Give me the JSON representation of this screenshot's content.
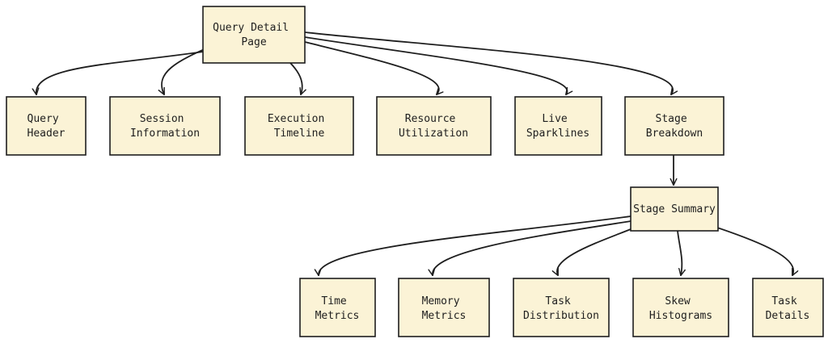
{
  "diagram": {
    "nodes": [
      {
        "id": "query_detail_page",
        "lines": [
          "Query Detail",
          "Page"
        ]
      },
      {
        "id": "query_header",
        "lines": [
          "Query",
          "Header"
        ]
      },
      {
        "id": "session_information",
        "lines": [
          "Session",
          "Information"
        ]
      },
      {
        "id": "execution_timeline",
        "lines": [
          "Execution",
          "Timeline"
        ]
      },
      {
        "id": "resource_utilization",
        "lines": [
          "Resource",
          "Utilization"
        ]
      },
      {
        "id": "live_sparklines",
        "lines": [
          "Live",
          "Sparklines"
        ]
      },
      {
        "id": "stage_breakdown",
        "lines": [
          "Stage",
          "Breakdown"
        ]
      },
      {
        "id": "stage_summary",
        "lines": [
          "Stage Summary"
        ]
      },
      {
        "id": "time_metrics",
        "lines": [
          "Time",
          "Metrics"
        ]
      },
      {
        "id": "memory_metrics",
        "lines": [
          "Memory",
          "Metrics"
        ]
      },
      {
        "id": "task_distribution",
        "lines": [
          "Task",
          "Distribution"
        ]
      },
      {
        "id": "skew_histograms",
        "lines": [
          "Skew",
          "Histograms"
        ]
      },
      {
        "id": "task_details",
        "lines": [
          "Task",
          "Details"
        ]
      }
    ],
    "edges": [
      {
        "from": "query_detail_page",
        "to": "query_header"
      },
      {
        "from": "query_detail_page",
        "to": "session_information"
      },
      {
        "from": "query_detail_page",
        "to": "execution_timeline"
      },
      {
        "from": "query_detail_page",
        "to": "resource_utilization"
      },
      {
        "from": "query_detail_page",
        "to": "live_sparklines"
      },
      {
        "from": "query_detail_page",
        "to": "stage_breakdown"
      },
      {
        "from": "stage_breakdown",
        "to": "stage_summary"
      },
      {
        "from": "stage_summary",
        "to": "time_metrics"
      },
      {
        "from": "stage_summary",
        "to": "memory_metrics"
      },
      {
        "from": "stage_summary",
        "to": "task_distribution"
      },
      {
        "from": "stage_summary",
        "to": "skew_histograms"
      },
      {
        "from": "stage_summary",
        "to": "task_details"
      }
    ]
  }
}
